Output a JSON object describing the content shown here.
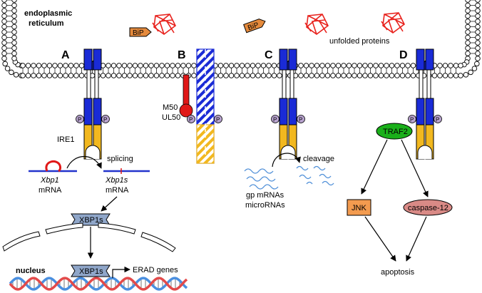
{
  "er_label_line1": "endoplasmic",
  "er_label_line2": "reticulum",
  "unfolded_label": "unfolded proteins",
  "bip_label": "BiP",
  "panels": [
    "A",
    "B",
    "C",
    "D"
  ],
  "panel_a": {
    "ire1_label": "IRE1",
    "splicing_label": "splicing",
    "xbp1_label": "Xbp1",
    "xbp1_mrna": "mRNA",
    "xbp1s_label": "Xbp1s",
    "xbp1s_mrna": "mRNA",
    "xbp1s_protein": "XBP1s",
    "nucleus_label": "nucleus",
    "erad_label": "ERAD genes"
  },
  "panel_b": {
    "m50_label": "M50",
    "ul50_label": "UL50"
  },
  "panel_c": {
    "cleavage_label": "cleavage",
    "gp_label": "gp mRNAs",
    "micro_label": "microRNAs"
  },
  "panel_d": {
    "traf2_label": "TRAF2",
    "jnk_label": "JNK",
    "caspase_label": "caspase-12",
    "apoptosis_label": "apoptosis"
  },
  "phospho_label": "P",
  "colors": {
    "ire1_blue": "#1a2bd6",
    "ire1_yellow": "#f2b81f",
    "mrna_blue": "#2233cc",
    "bip_orange": "#e58a3c",
    "unfolded_red": "#e8231e",
    "m50_red": "#e01818",
    "traf2_green": "#1ab01a",
    "jnk_orange": "#f39b4f",
    "caspase_pink": "#d98a86",
    "xbp1s_blue": "#8fa6c9",
    "phospho_purple": "#b8a3cf",
    "dna_red": "#e34a4a",
    "dna_blue": "#4a8fe0",
    "wave_blue": "#4f8fd8"
  }
}
